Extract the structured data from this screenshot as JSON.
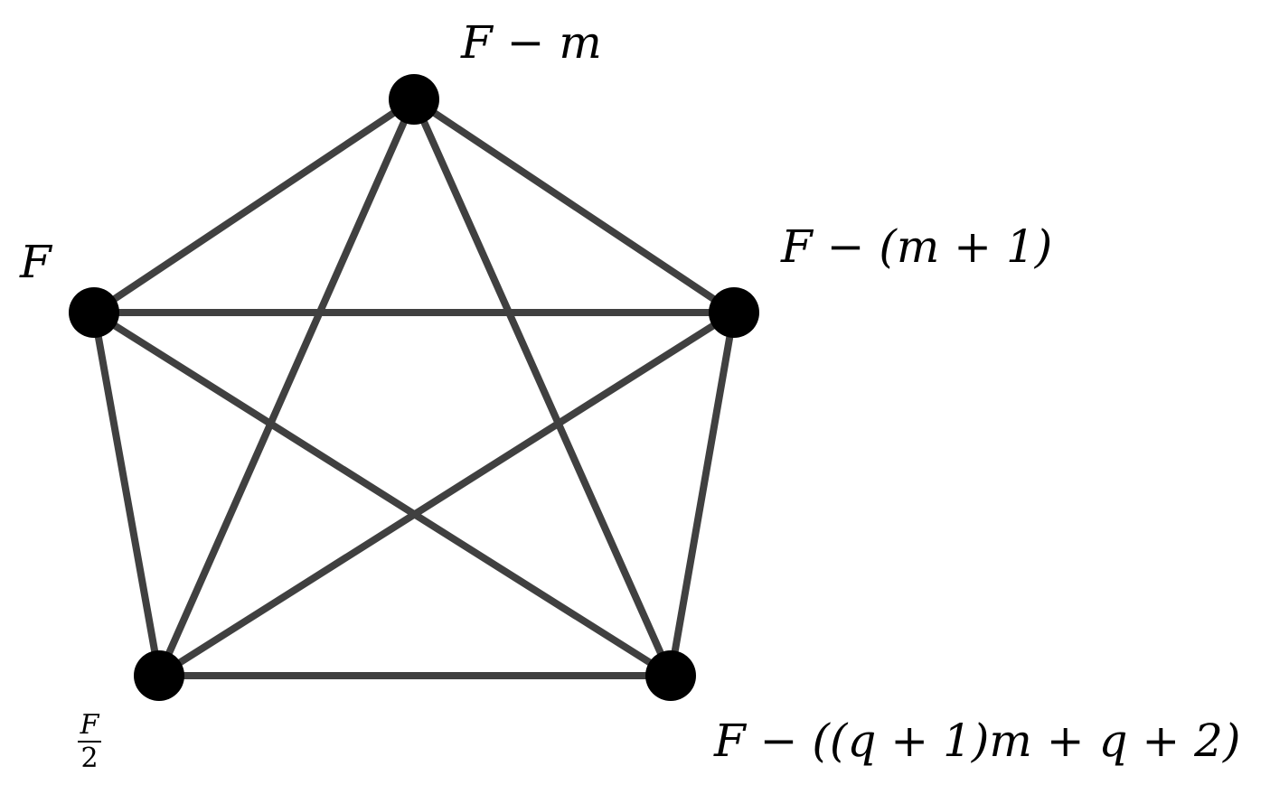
{
  "graph": {
    "nodes": [
      {
        "id": "top",
        "label": "F − m"
      },
      {
        "id": "left",
        "label": "F"
      },
      {
        "id": "right",
        "label": "F − (m + 1)"
      },
      {
        "id": "bottom-left",
        "label_num": "F",
        "label_den": "2"
      },
      {
        "id": "bottom-right",
        "label": "F − ((q + 1)m + q + 2)"
      }
    ],
    "edges": [
      [
        "top",
        "left"
      ],
      [
        "top",
        "right"
      ],
      [
        "top",
        "bottom-left"
      ],
      [
        "top",
        "bottom-right"
      ],
      [
        "left",
        "right"
      ],
      [
        "left",
        "bottom-left"
      ],
      [
        "left",
        "bottom-right"
      ],
      [
        "right",
        "bottom-left"
      ],
      [
        "right",
        "bottom-right"
      ],
      [
        "bottom-left",
        "bottom-right"
      ]
    ],
    "colors": {
      "edge": "#404040",
      "node": "#000000"
    }
  }
}
